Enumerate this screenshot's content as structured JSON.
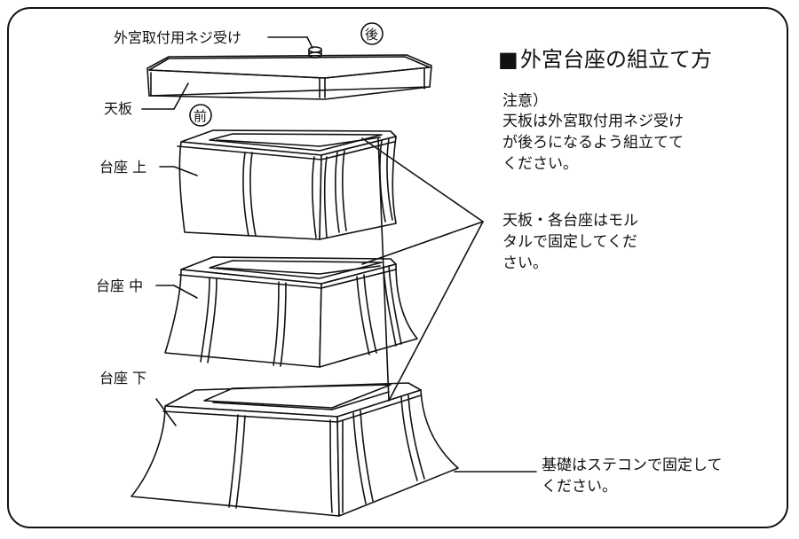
{
  "labels": {
    "screw": "外宮取付用ネジ受け",
    "back": "後",
    "front": "前",
    "top_board": "天板",
    "base_upper": "台座 上",
    "base_middle": "台座 中",
    "base_lower": "台座 下"
  },
  "title": {
    "mark": "■",
    "text": "外宮台座の組立て方"
  },
  "caution": {
    "heading": "注意）",
    "lines": [
      "天板は外宮取付用ネジ受け",
      "が後ろになるよう組立てて",
      "ください。"
    ]
  },
  "mortar_note": {
    "lines": [
      "天板・各台座はモル",
      "タルで固定してくだ",
      "さい。"
    ]
  },
  "foundation_note": {
    "lines": [
      "基礎はステコンで固定して",
      "ください。"
    ]
  }
}
